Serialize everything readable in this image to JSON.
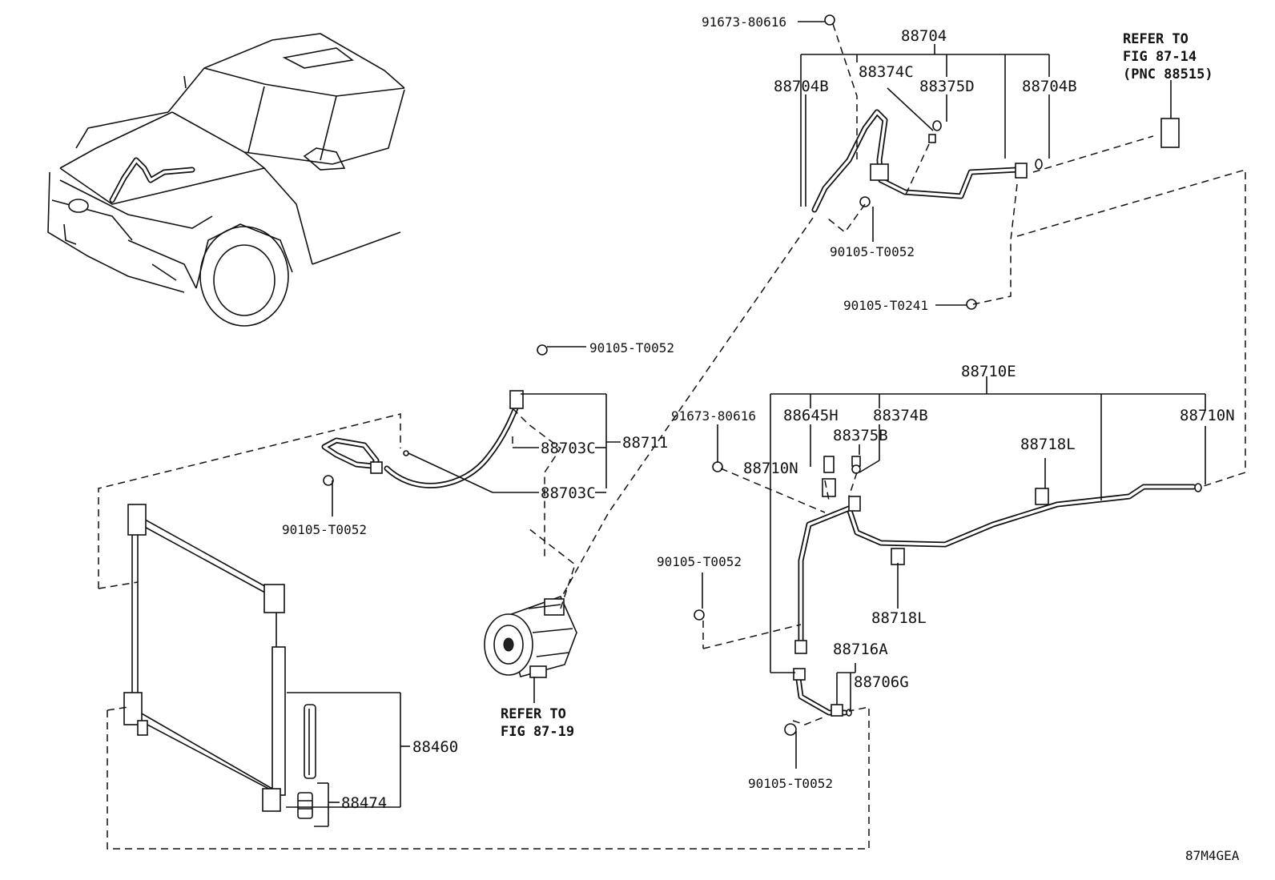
{
  "labels": {
    "bolt_91673_top": "91673-80616",
    "hose_88704": "88704",
    "c_88704b_left": "88704B",
    "c_88374c": "88374C",
    "c_88375d": "88375D",
    "c_88704b_right": "88704B",
    "refer_87_14_line1": "REFER TO",
    "refer_87_14_line2": "FIG 87-14",
    "refer_87_14_line3": "(PNC 88515)",
    "bolt_90105_t0052_a": "90105-T0052",
    "bolt_90105_t0241": "90105-T0241",
    "bolt_90105_t0052_b": "90105-T0052",
    "c_88703c_a": "88703C",
    "c_88711": "88711",
    "c_88703c_b": "88703C",
    "bolt_90105_t0052_c": "90105-T0052",
    "tube_88710e": "88710E",
    "bolt_91673_mid": "91673-80616",
    "c_88645h": "88645H",
    "c_88374b": "88374B",
    "c_88375b": "88375B",
    "c_88710n_left": "88710N",
    "c_88718l_top": "88718L",
    "c_88710n_right": "88710N",
    "c_88718l_bottom": "88718L",
    "bolt_90105_t0052_d": "90105-T0052",
    "c_88716a": "88716A",
    "c_88706g": "88706G",
    "bolt_90105_t0052_e": "90105-T0052",
    "refer_87_19_line1": "REFER TO",
    "refer_87_19_line2": "FIG 87-19",
    "condenser_88460": "88460",
    "dryer_88474": "88474",
    "figure_code": "87M4GEA"
  }
}
